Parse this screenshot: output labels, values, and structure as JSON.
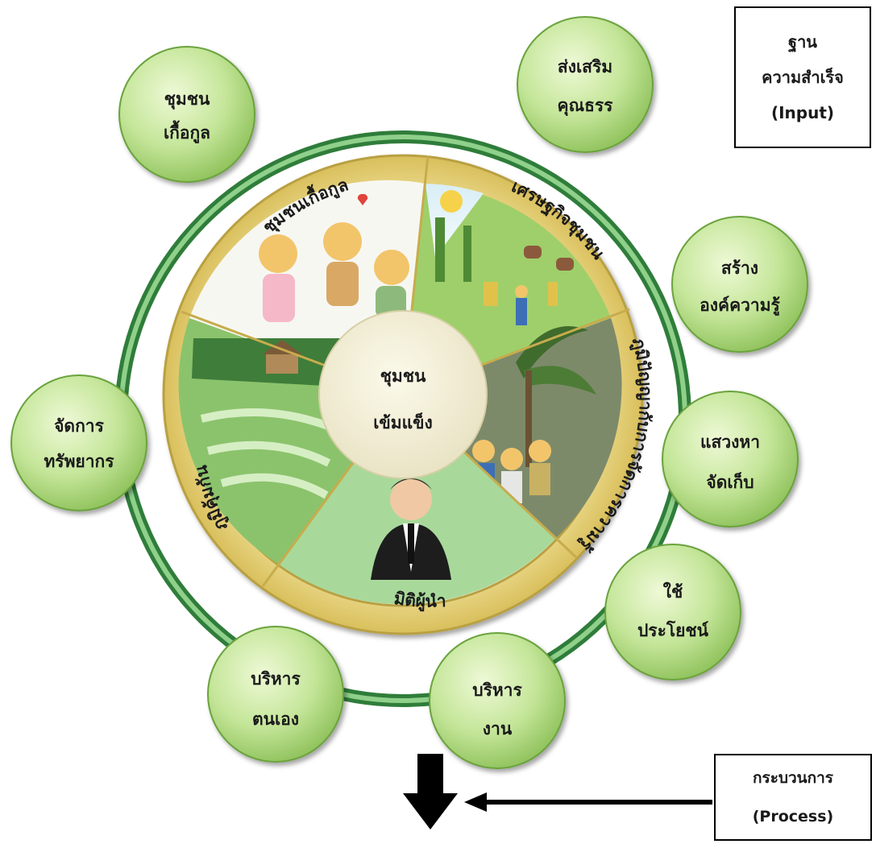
{
  "center": {
    "line1": "ชุมชน",
    "line2": "เข้มแข็ง"
  },
  "wheel_segments": [
    {
      "id": "welfare",
      "label": "ชุมชนเกื้อกูล"
    },
    {
      "id": "economy",
      "label": "เศรษฐกิจชุมชน"
    },
    {
      "id": "wisdom",
      "label": "ภูมิปัญญากับการจัดการความรู้"
    },
    {
      "id": "leader",
      "label": "มิติผู้นำ"
    },
    {
      "id": "immunity",
      "label": "ภูมิคุ้มกัน"
    }
  ],
  "bubbles": [
    {
      "id": "community-welfare",
      "line1": "ชุมชน",
      "line2": "เกื้อกูล"
    },
    {
      "id": "promote-morality",
      "line1": "ส่งเสริม",
      "line2": "คุณธรร"
    },
    {
      "id": "build-knowledge",
      "line1": "สร้าง",
      "line2": "องค์ความรู้"
    },
    {
      "id": "seek-store",
      "line1": "แสวงหา",
      "line2": "จัดเก็บ"
    },
    {
      "id": "utilize",
      "line1": "ใช้",
      "line2": "ประโยชน์"
    },
    {
      "id": "manage-work",
      "line1": "บริหาร",
      "line2": "งาน"
    },
    {
      "id": "self-management",
      "line1": "บริหาร",
      "line2": "ตนเอง"
    },
    {
      "id": "manage-resources",
      "line1": "จัดการ",
      "line2": "ทรัพยากร"
    }
  ],
  "input_box": {
    "line1": "ฐาน",
    "line2": "ความสำเร็จ",
    "line3": "(Input)"
  },
  "process_box": {
    "line1": "กระบวนการ",
    "line2": "(Process)"
  },
  "colors": {
    "ring_green": "#5aa85a",
    "bubble_light": "#e6f6c6",
    "bubble_mid": "#b2dc7c",
    "bubble_dark": "#7fb34a",
    "wheel_gold": "#e9d77c",
    "wheel_edge": "#b9a043",
    "center_cream": "#f4f1dc"
  }
}
